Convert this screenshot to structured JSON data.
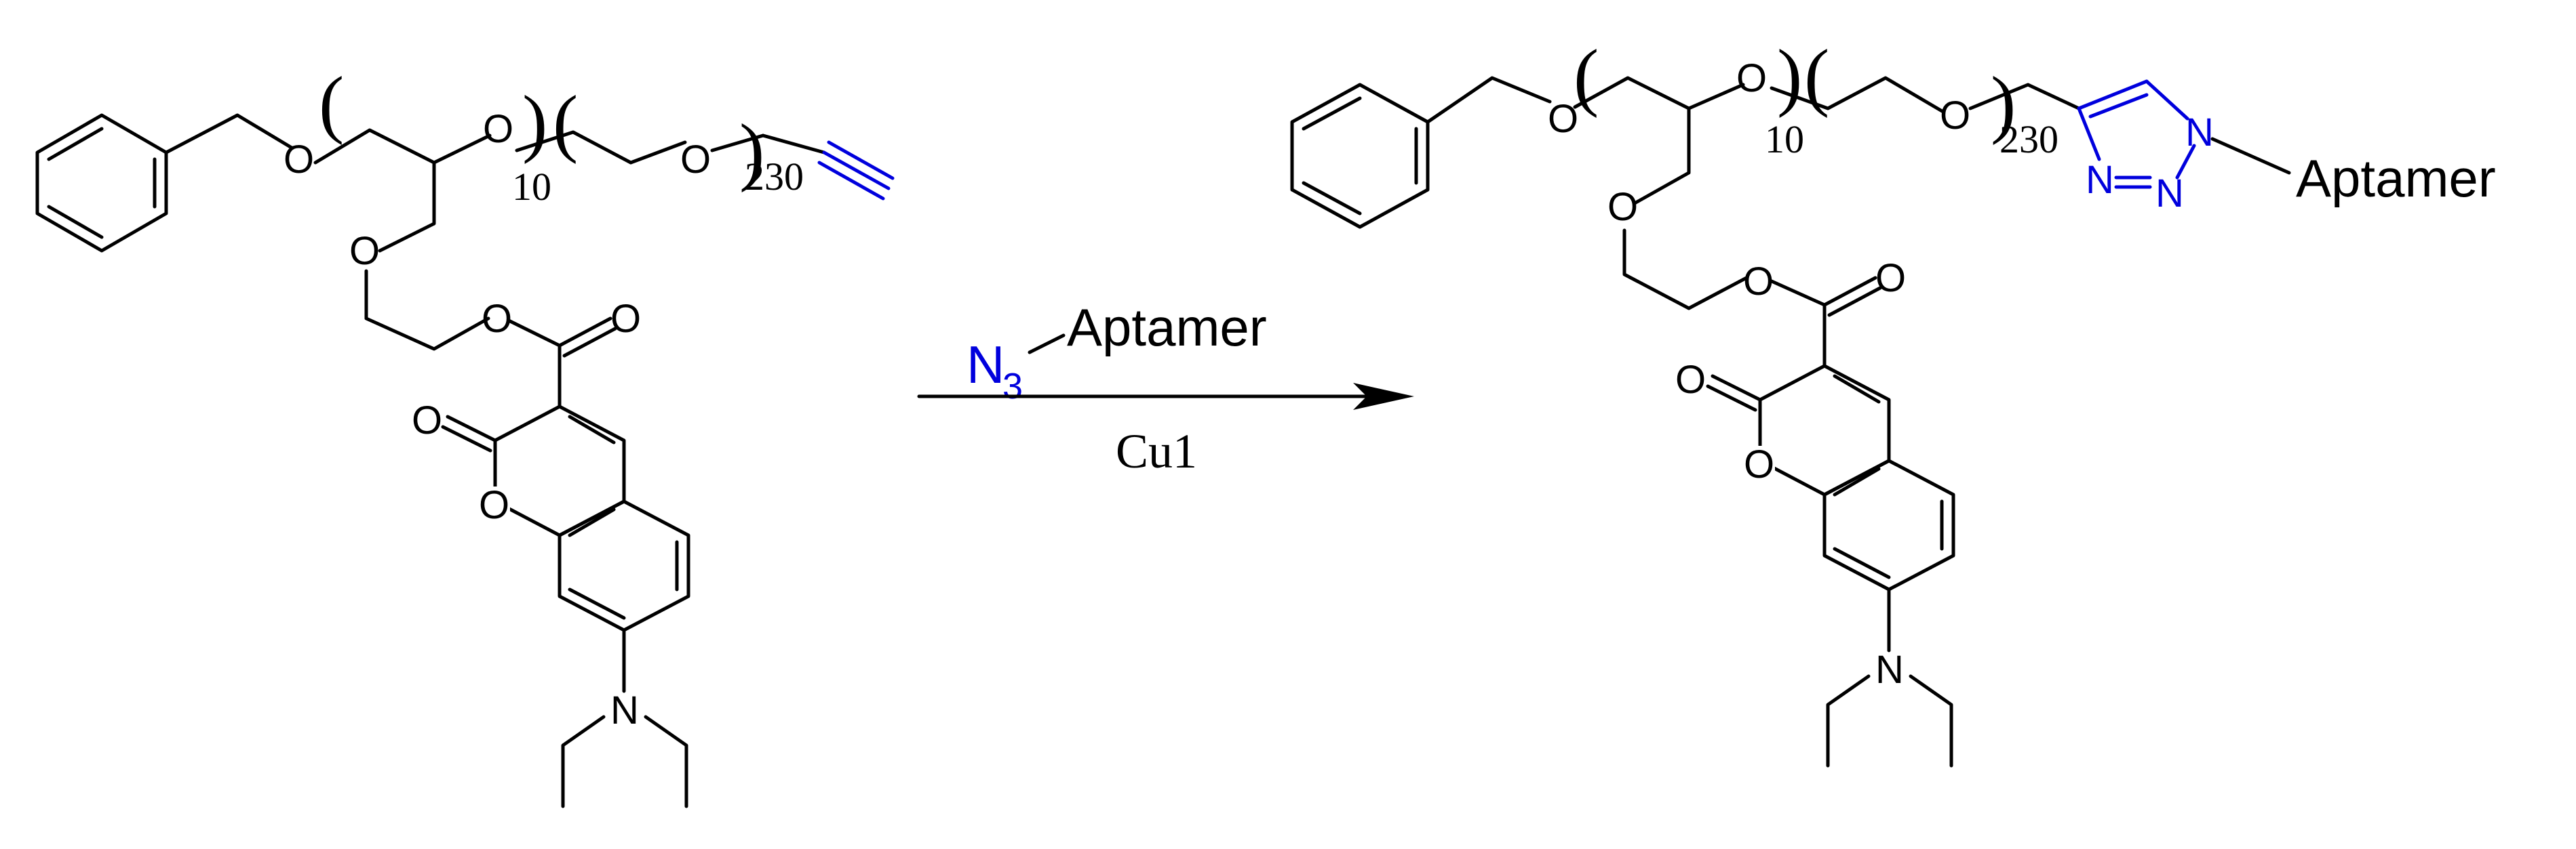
{
  "colors": {
    "bond": "#000000",
    "highlight": "#0000dd",
    "background": "#ffffff"
  },
  "atoms": {
    "oxygen": "O",
    "nitrogen": "N"
  },
  "reactant": {
    "peg_repeat_1": "10",
    "peg_repeat_2": "230"
  },
  "reagent": {
    "azide_symbol": "N",
    "azide_subscript": "3",
    "label": "Aptamer"
  },
  "condition": "Cu1",
  "product": {
    "peg_repeat_1": "10",
    "peg_repeat_2": "230",
    "triazole_n": "N",
    "label": "Aptamer"
  }
}
